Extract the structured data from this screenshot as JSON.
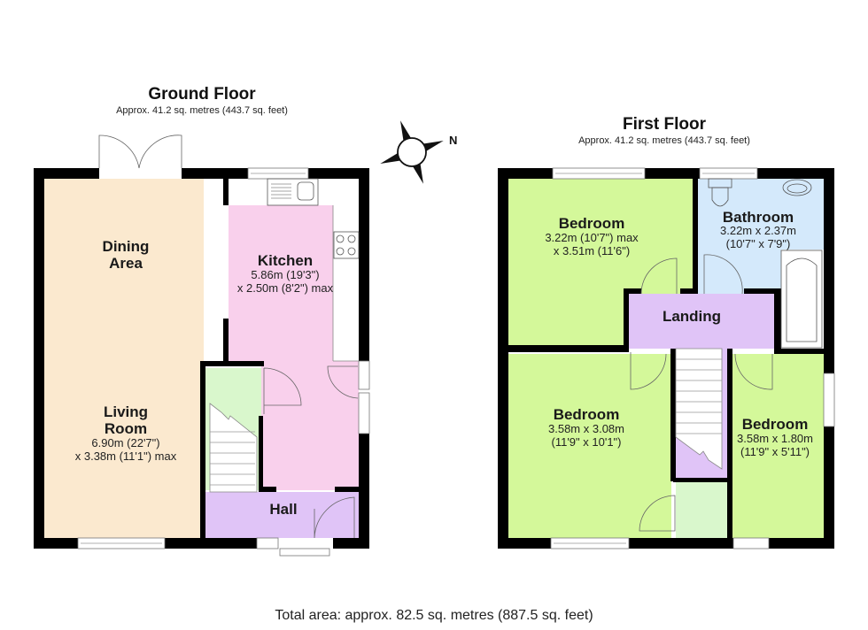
{
  "colors": {
    "living": "#fbe9cf",
    "kitchen": "#f9d0ec",
    "hall": "#e0c4f7",
    "stair_hall": "#d9f7cc",
    "bedroom": "#d4f89a",
    "bathroom": "#d4e9fb",
    "landing": "#e0c4f7",
    "cupboard": "#d9f7cc",
    "wall": "#000000"
  },
  "ground_floor": {
    "title": "Ground Floor",
    "area": "Approx. 41.2 sq. metres (443.7 sq. feet)",
    "rooms": {
      "dining": {
        "name_line1": "Dining",
        "name_line2": "Area"
      },
      "living": {
        "name_line1": "Living",
        "name_line2": "Room",
        "dim1": "6.90m (22'7\")",
        "dim2": "x 3.38m (11'1\") max"
      },
      "kitchen": {
        "name": "Kitchen",
        "dim1": "5.86m (19'3\")",
        "dim2": "x 2.50m (8'2\") max"
      },
      "hall": {
        "name": "Hall"
      }
    }
  },
  "first_floor": {
    "title": "First Floor",
    "area": "Approx. 41.2 sq. metres (443.7 sq. feet)",
    "rooms": {
      "bedroom1": {
        "name": "Bedroom",
        "dim1": "3.22m (10'7\") max",
        "dim2": "x 3.51m (11'6\")"
      },
      "bathroom": {
        "name": "Bathroom",
        "dim1": "3.22m x 2.37m",
        "dim2": "(10'7\" x 7'9\")"
      },
      "landing": {
        "name": "Landing"
      },
      "bedroom2": {
        "name": "Bedroom",
        "dim1": "3.58m x 3.08m",
        "dim2": "(11'9\" x 10'1\")"
      },
      "bedroom3": {
        "name": "Bedroom",
        "dim1": "3.58m x 1.80m",
        "dim2": "(11'9\" x 5'11\")"
      }
    }
  },
  "compass": {
    "north_label": "N"
  },
  "total_area": "Total area: approx. 82.5 sq. metres (887.5 sq. feet)"
}
